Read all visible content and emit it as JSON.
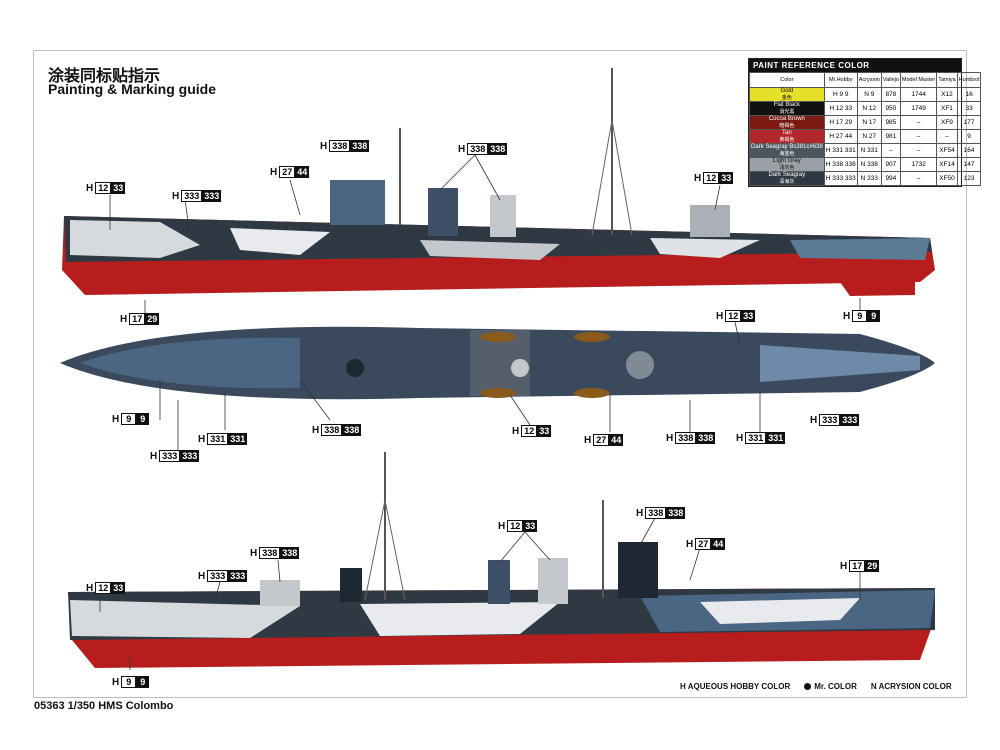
{
  "heading": {
    "cn": "涂装同标贴指示",
    "en": "Painting & Marking guide"
  },
  "footer": "05363 1/350 HMS Colombo",
  "legend": {
    "aqueous": "H AQUEOUS HOBBY COLOR",
    "mr": "Mr. COLOR",
    "acrysion": "N ACRYSION COLOR"
  },
  "reference": {
    "title": "PAINT REFERENCE COLOR",
    "headers": [
      "Color",
      "Mr.Hobby",
      "Acrysion",
      "Vallejo",
      "Model Master",
      "Tamiya",
      "Humbrol"
    ],
    "rows": [
      {
        "name": "Gold",
        "sub": "金色",
        "swatch": "#e6e02a",
        "h": "H 9 9",
        "n": "N 9",
        "vallejo": "878",
        "mm": "1744",
        "tamiya": "X12",
        "humbrol": "16"
      },
      {
        "name": "Flat Black",
        "sub": "消光黑",
        "swatch": "#111111",
        "h": "H 12 33",
        "n": "N 12",
        "vallejo": "950",
        "mm": "1749",
        "tamiya": "XF1",
        "humbrol": "33"
      },
      {
        "name": "Cocoa Brown",
        "sub": "暗褐色",
        "swatch": "#7a1a10",
        "h": "H 17 29",
        "n": "N 17",
        "vallejo": "985",
        "mm": "–",
        "tamiya": "XF9",
        "humbrol": "177"
      },
      {
        "name": "Tan",
        "sub": "黄褐色",
        "swatch": "#b3262a",
        "h": "H 27 44",
        "n": "N 27",
        "vallejo": "981",
        "mm": "–",
        "tamiya": "–",
        "humbrol": "9"
      },
      {
        "name": "Dark Seagray Bs381c#638",
        "sub": "海蓝色",
        "swatch": "#4a5560",
        "h": "H 331 331",
        "n": "N 331",
        "vallejo": "–",
        "mm": "–",
        "tamiya": "XF54",
        "humbrol": "164"
      },
      {
        "name": "Light Gray",
        "sub": "浅灰色",
        "swatch": "#9aa0a6",
        "h": "H 338 338",
        "n": "N 338",
        "vallejo": "907",
        "mm": "1732",
        "tamiya": "XF14",
        "humbrol": "147"
      },
      {
        "name": "Dark Seagray",
        "sub": "深海灰",
        "swatch": "#2e3944",
        "h": "H 333 333",
        "n": "N 333",
        "vallejo": "994",
        "mm": "–",
        "tamiya": "XF50",
        "humbrol": "123"
      }
    ]
  },
  "callouts": [
    {
      "h": "H",
      "a": "12",
      "b": "33"
    },
    {
      "h": "H",
      "a": "333",
      "b": "333"
    },
    {
      "h": "H",
      "a": "27",
      "b": "44"
    },
    {
      "h": "H",
      "a": "338",
      "b": "338"
    },
    {
      "h": "H",
      "a": "12",
      "b": "33"
    },
    {
      "h": "H",
      "a": "338",
      "b": "338"
    },
    {
      "h": "H",
      "a": "17",
      "b": "29"
    },
    {
      "h": "H",
      "a": "9",
      "b": "9"
    },
    {
      "h": "H",
      "a": "12",
      "b": "33"
    },
    {
      "h": "H",
      "a": "9",
      "b": "9"
    },
    {
      "h": "H",
      "a": "331",
      "b": "331"
    },
    {
      "h": "H",
      "a": "333",
      "b": "333"
    },
    {
      "h": "H",
      "a": "338",
      "b": "338"
    },
    {
      "h": "H",
      "a": "12",
      "b": "33"
    },
    {
      "h": "H",
      "a": "27",
      "b": "44"
    },
    {
      "h": "H",
      "a": "338",
      "b": "338"
    },
    {
      "h": "H",
      "a": "331",
      "b": "331"
    },
    {
      "h": "H",
      "a": "333",
      "b": "333"
    },
    {
      "h": "H",
      "a": "12",
      "b": "33"
    },
    {
      "h": "H",
      "a": "338",
      "b": "338"
    },
    {
      "h": "H",
      "a": "27",
      "b": "44"
    },
    {
      "h": "H",
      "a": "338",
      "b": "338"
    },
    {
      "h": "H",
      "a": "333",
      "b": "333"
    },
    {
      "h": "H",
      "a": "17",
      "b": "29"
    },
    {
      "h": "H",
      "a": "12",
      "b": "33"
    },
    {
      "h": "H",
      "a": "9",
      "b": "9"
    }
  ],
  "colors": {
    "hull_red": "#b81d1d",
    "dark_seagray": "#2e3944",
    "sea_blue": "#4b6683",
    "light_gray": "#c4c8cc",
    "white": "#e9ecef"
  }
}
